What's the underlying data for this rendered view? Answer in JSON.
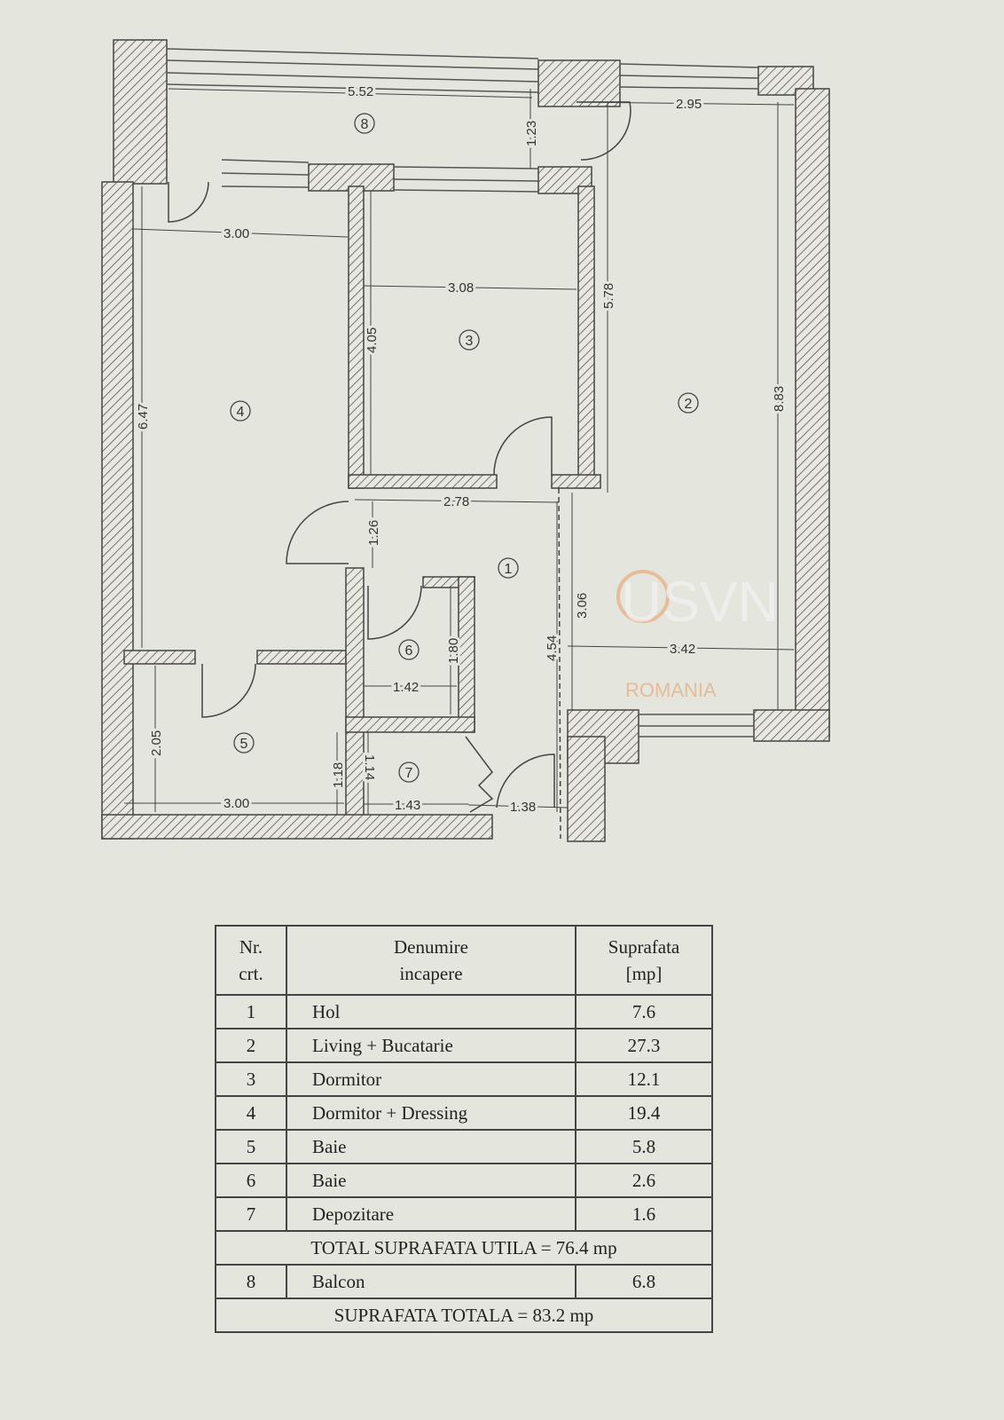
{
  "plan": {
    "dimensions": [
      "5.52",
      "2.95",
      "1.23",
      "3.00",
      "3.08",
      "5.78",
      "4.05",
      "6.47",
      "8.83",
      "2.78",
      "1.26",
      "3.06",
      "4.54",
      "1.80",
      "3.42",
      "1.42",
      "2.05",
      "1.18",
      "1.14",
      "3.00",
      "1.43",
      "1.38"
    ],
    "room_numbers": [
      "1",
      "2",
      "3",
      "4",
      "5",
      "6",
      "7",
      "8"
    ],
    "watermark": {
      "brand": "USVN",
      "sub": "ROMANIA"
    }
  },
  "table": {
    "headers": {
      "nr": "Nr.",
      "nr2": "crt.",
      "name": "Denumire",
      "name2": "incapere",
      "area": "Suprafata",
      "area2": "[mp]"
    },
    "rows": [
      {
        "nr": "1",
        "name": "Hol",
        "area": "7.6"
      },
      {
        "nr": "2",
        "name": "Living + Bucatarie",
        "area": "27.3"
      },
      {
        "nr": "3",
        "name": "Dormitor",
        "area": "12.1"
      },
      {
        "nr": "4",
        "name": "Dormitor + Dressing",
        "area": "19.4"
      },
      {
        "nr": "5",
        "name": "Baie",
        "area": "5.8"
      },
      {
        "nr": "6",
        "name": "Baie",
        "area": "2.6"
      },
      {
        "nr": "7",
        "name": "Depozitare",
        "area": "1.6"
      }
    ],
    "total_util": "TOTAL SUPRAFATA UTILA = 76.4 mp",
    "balcony": {
      "nr": "8",
      "name": "Balcon",
      "area": "6.8"
    },
    "total": "SUPRAFATA TOTALA = 83.2 mp"
  }
}
